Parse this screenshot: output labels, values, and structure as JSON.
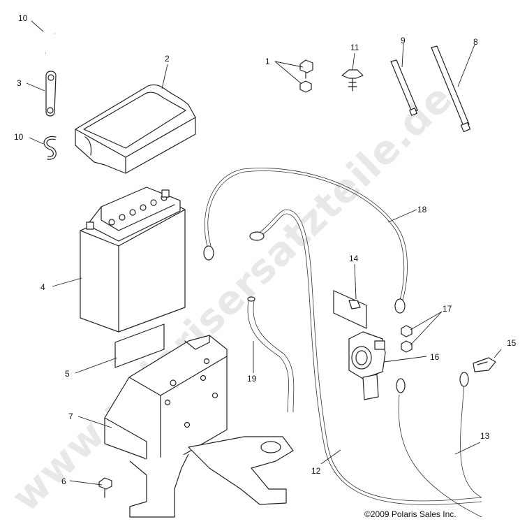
{
  "watermark": {
    "text": "www.polarisersatzteile.de"
  },
  "copyright": {
    "text": "©2009 Polaris Sales Inc."
  },
  "callouts": {
    "c10a": "10",
    "c3": "3",
    "c10b": "10",
    "c2": "2",
    "c1": "1",
    "c11": "11",
    "c9": "9",
    "c8": "8",
    "c4": "4",
    "c18": "18",
    "c14": "14",
    "c17": "17",
    "c15": "15",
    "c16": "16",
    "c5": "5",
    "c19": "19",
    "c7": "7",
    "c6": "6",
    "c12": "12",
    "c13": "13"
  }
}
